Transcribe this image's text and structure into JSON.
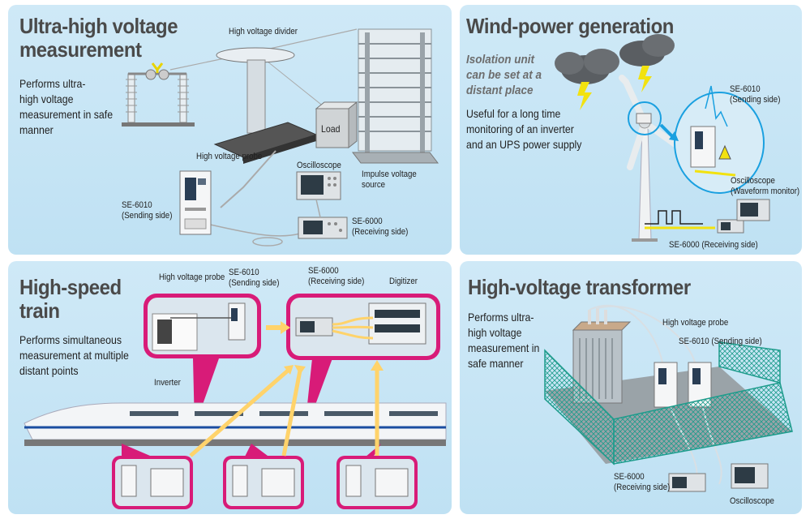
{
  "panels": {
    "uhv": {
      "title_line1": "Ultra-high voltage",
      "title_line2": "measurement",
      "description": [
        "Performs ultra-",
        "high voltage",
        "measurement in safe",
        "manner"
      ],
      "labels": {
        "divider": "High voltage divider",
        "load": "Load",
        "probe": "High voltage probe",
        "oscilloscope": "Oscilloscope",
        "impulse1": "Impulse voltage",
        "impulse2": "source",
        "se6010_1": "SE-6010",
        "se6010_2": "(Sending side)",
        "se6000_1": "SE-6000",
        "se6000_2": "(Receiving side)"
      }
    },
    "wind": {
      "title": "Wind-power generation",
      "note": [
        "Isolation unit",
        "can be set at a",
        "distant place"
      ],
      "description": [
        "Useful for a long time",
        "monitoring of an inverter",
        "and an UPS power supply"
      ],
      "labels": {
        "se6010_1": "SE-6010",
        "se6010_2": "(Sending side)",
        "osc1": "Oscilloscope",
        "osc2": "(Waveform monitor)",
        "se6000": "SE-6000 (Receiving side)"
      }
    },
    "train": {
      "title_line1": "High-speed",
      "title_line2": "train",
      "description": [
        "Performs simultaneous",
        "measurement at multiple",
        "distant points"
      ],
      "labels": {
        "probe": "High voltage probe",
        "se6010_1": "SE-6010",
        "se6010_2": "(Sending side)",
        "se6000_1": "SE-6000",
        "se6000_2": "(Receiving side)",
        "digitizer": "Digitizer",
        "inverter": "Inverter"
      }
    },
    "trans": {
      "title": "High-voltage transformer",
      "description": [
        "Performs ultra-",
        "high voltage",
        "measurement in",
        "safe manner"
      ],
      "labels": {
        "probe": "High voltage probe",
        "se6010": "SE-6010 (Sending side)",
        "se6000_1": "SE-6000",
        "se6000_2": "(Receiving side)",
        "oscilloscope": "Oscilloscope"
      }
    }
  },
  "colors": {
    "panel_bg": "#c6e4f5",
    "title": "#4a4a4a",
    "callout_pink": "#d81b78",
    "arrow_yellow": "#ffd36b",
    "fence_green": "#1e9c8c",
    "arrow_blue": "#1aa0e0",
    "lightning": "#f2e20f"
  }
}
